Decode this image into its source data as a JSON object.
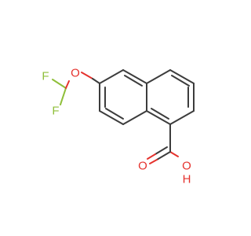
{
  "molecule": {
    "atoms": {
      "fluorine_top": {
        "symbol": "F",
        "color": "#8fbf3a"
      },
      "fluorine_bottom": {
        "symbol": "F",
        "color": "#8fbf3a"
      },
      "ether_oxygen": {
        "symbol": "O",
        "color": "#e5322d"
      },
      "carbonyl_oxygen": {
        "symbol": "O",
        "color": "#e5322d"
      },
      "hydroxyl": {
        "symbol": "OH",
        "color": "#e5322d"
      }
    },
    "bond_color": "#3c3c3c"
  }
}
